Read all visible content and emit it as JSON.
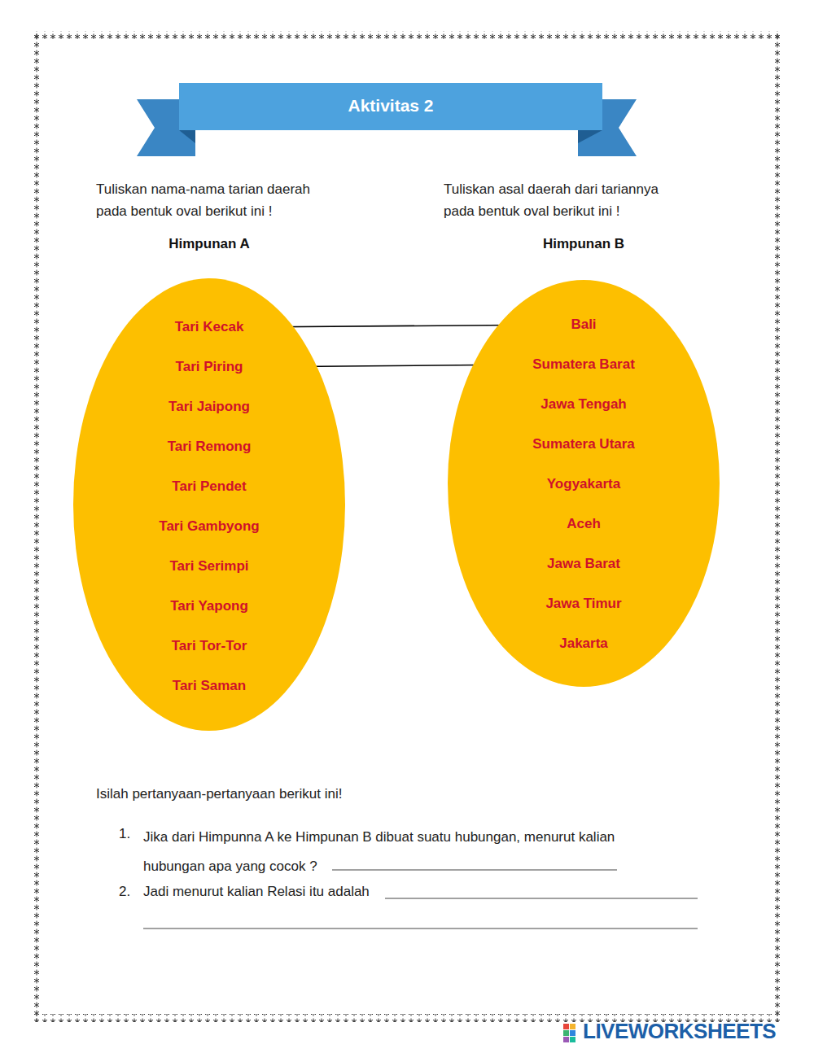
{
  "diagram": {
    "title": "Aktivitas 2",
    "nodes": [
      {
        "text": [
          "Himpunan A"
        ]
      },
      {
        "text": [
          "Tari Kecak"
        ],
        "in": 0
      },
      {
        "text": [
          "Tari Piring"
        ],
        "in": 0
      },
      {
        "text": [
          "Tari Jaipong"
        ],
        "in": 0
      },
      {
        "text": [
          "Tari Remong"
        ],
        "in": 0
      },
      {
        "text": [
          "Tari Pendet"
        ],
        "in": 0
      },
      {
        "text": [
          "Tari Gambyong"
        ],
        "in": 0
      },
      {
        "text": [
          "Tari Serimpi"
        ],
        "in": 0
      },
      {
        "text": [
          "Tari Yapong"
        ],
        "in": 0
      },
      {
        "text": [
          "Tari Tor-Tor"
        ],
        "in": 0
      },
      {
        "text": [
          "Tari Saman"
        ],
        "in": 0
      },
      {
        "text": [
          "Himpunan B"
        ]
      },
      {
        "text": [
          "Bali"
        ],
        "in": 11
      },
      {
        "text": [
          "Sumatera Barat"
        ],
        "in": 11
      },
      {
        "text": [
          "Jawa Tengah"
        ],
        "in": 11
      },
      {
        "text": [
          "Sumatera Utara"
        ],
        "in": 11
      },
      {
        "text": [
          "Yogyakarta"
        ],
        "in": 11
      },
      {
        "text": [
          "Aceh"
        ],
        "in": 11
      },
      {
        "text": [
          "Jawa Barat"
        ],
        "in": 11
      },
      {
        "text": [
          "Jawa Timur"
        ],
        "in": 11
      },
      {
        "text": [
          "Jakarta"
        ],
        "in": 11
      }
    ],
    "edges": [
      {
        "from": 1,
        "to": 12,
        "arrow": "to"
      },
      {
        "from": 2,
        "to": 13,
        "arrow": "to"
      }
    ],
    "labels": [
      "Tuliskan nama-nama tarian daerah pada bentuk oval berikut ini !",
      "Tuliskan asal daerah dari tariannya pada bentuk oval berikut ini !",
      "Isilah pertanyaan-pertanyaan berikut ini!",
      "1.",
      "Jika dari Himpunna A ke Himpunan B dibuat suatu hubungan, menurut kalian hubungan apa yang cocok ?",
      "2.",
      "Jadi menurut kalian Relasi itu adalah",
      "LIVEWORKSHEETS"
    ]
  }
}
